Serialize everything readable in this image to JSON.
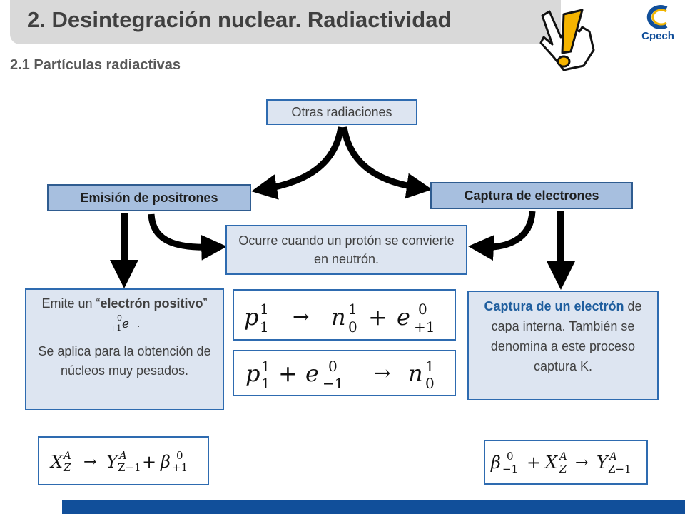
{
  "header": {
    "title": "2. Desintegración nuclear. Radiactividad",
    "subtitle": "2.1 Partículas radiactivas"
  },
  "diagram": {
    "top_node": "Otras radiaciones",
    "left_node": "Emisión de positrones",
    "right_node": "Captura de electrones",
    "middle_node": "Ocurre cuando un protón se convierte en neutrón.",
    "left_detail": {
      "line1_prefix": "Emite un “",
      "line1_bold": "electrón positivo",
      "line1_suffix": "”",
      "line1_end": ".",
      "para2": "Se aplica para la obtención de núcleos muy pesados."
    },
    "right_detail": {
      "bold1": "Captura de un electrón",
      "rest": " de capa interna. También se denomina a este proceso captura K."
    }
  },
  "brand": {
    "logo_text": "Cpech",
    "accent": "#114f9a",
    "box_border": "#2e6bb0",
    "box_fill": "#dde5f1",
    "header_fill": "#a7bfdf"
  },
  "icons": {
    "pointer": "hand-pointer-icon",
    "alert": "exclamation-icon",
    "logo": "cpech-logo"
  }
}
